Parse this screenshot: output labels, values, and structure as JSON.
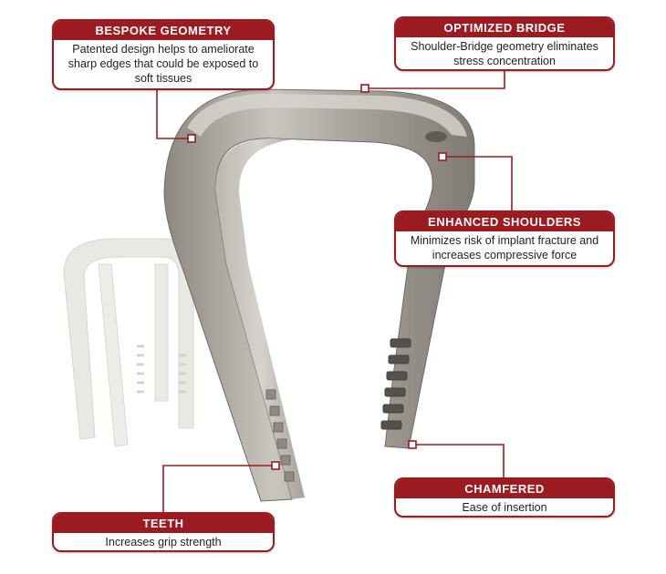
{
  "colors": {
    "accent": "#9b1b20",
    "metal": "#a8a49c",
    "ghost": "#e3e1dd"
  },
  "callouts": {
    "bespoke": {
      "title": "BESPOKE GEOMETRY",
      "text": "Patented design helps to ameliorate\nsharp edges that could be exposed to\nsoft tissues"
    },
    "bridge": {
      "title": "OPTIMIZED BRIDGE",
      "text": "Shoulder-Bridge geometry eliminates\nstress concentration"
    },
    "shoulders": {
      "title": "ENHANCED SHOULDERS",
      "text": "Minimizes risk of implant fracture and\nincreases compressive force"
    },
    "chamfered": {
      "title": "CHAMFERED",
      "text": "Ease of insertion"
    },
    "teeth": {
      "title": "TEETH",
      "text": "Increases grip strength"
    }
  }
}
